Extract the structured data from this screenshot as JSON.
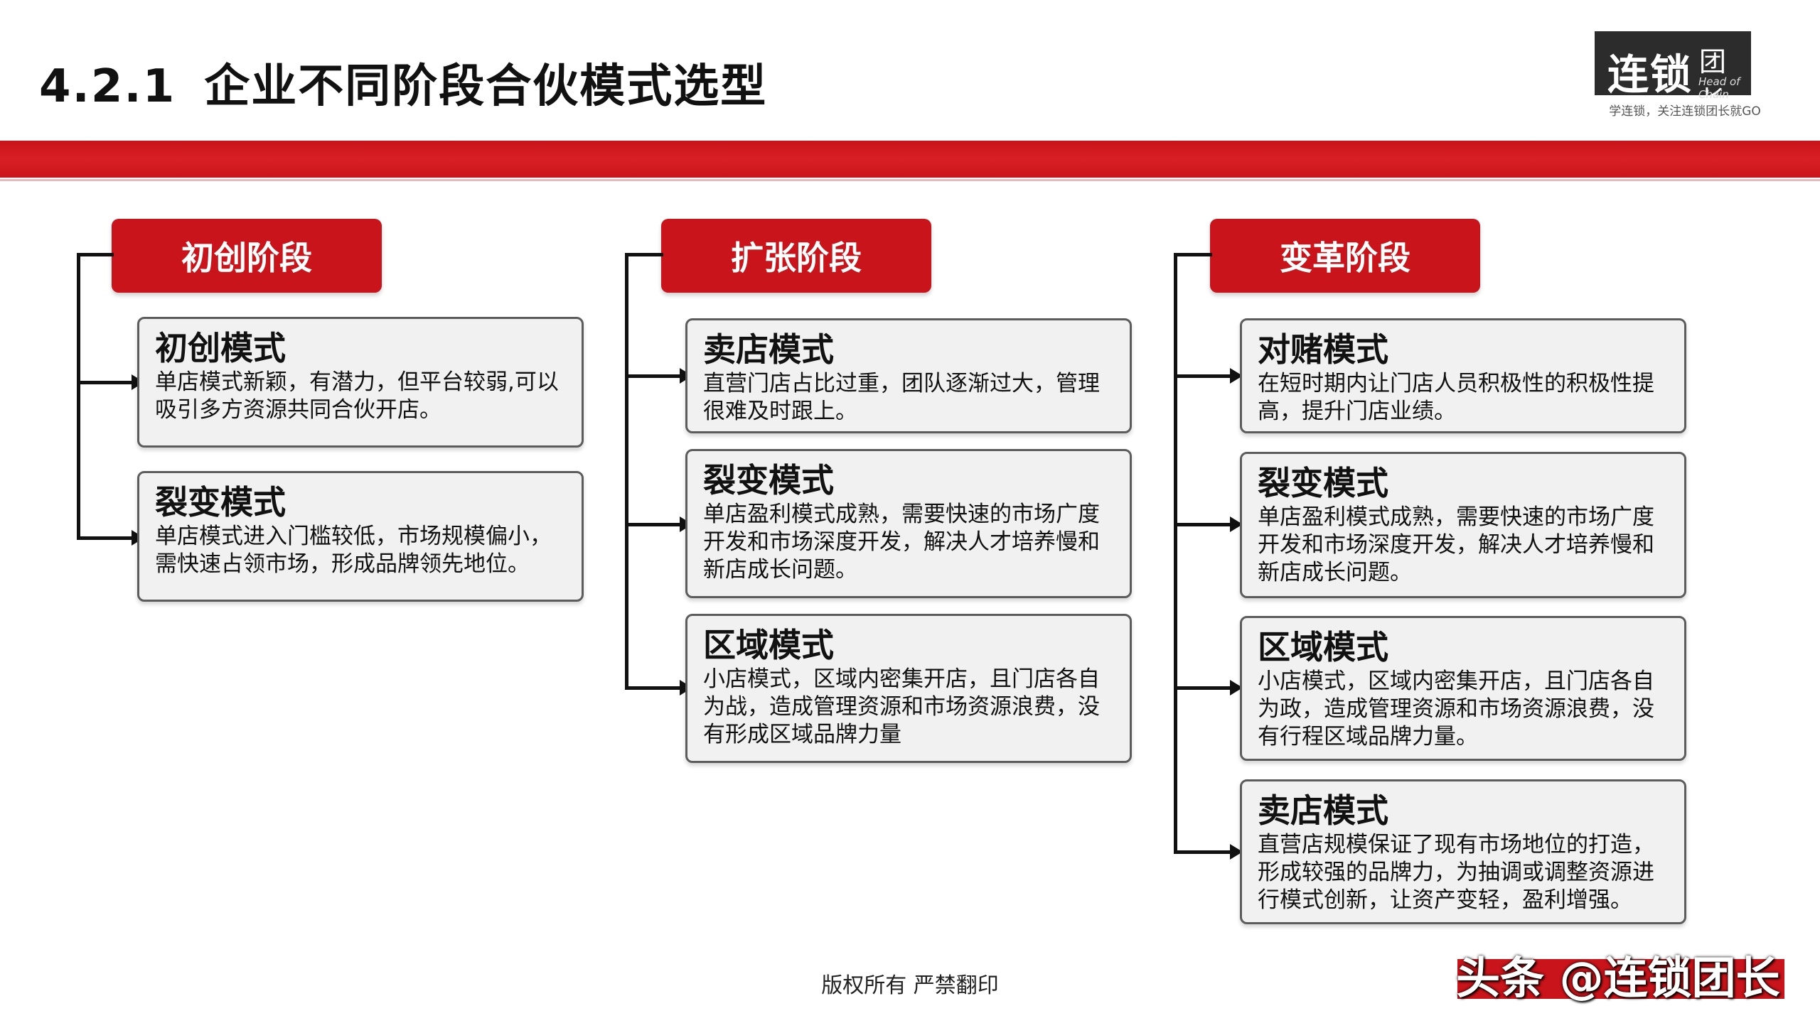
{
  "header": {
    "section_number": "4.2.1",
    "title": "企业不同阶段合伙模式选型"
  },
  "logo": {
    "main": "连锁",
    "side": "团长",
    "english": "Head of Chain",
    "tagline": "学连锁，关注连锁团长就GO"
  },
  "colors": {
    "accent_red": "#c8141a",
    "card_bg": "#f1f1f1",
    "card_border": "#5c5c5c"
  },
  "stages": [
    {
      "name": "初创阶段",
      "modes": [
        {
          "title": "初创模式",
          "desc": [
            "单店模式新颖，有潜力，但平台较弱,可以",
            "吸引多方资源共同合伙开店。"
          ]
        },
        {
          "title": "裂变模式",
          "desc": [
            "单店模式进入门槛较低，市场规模偏小，",
            "需快速占领市场，形成品牌领先地位。"
          ]
        }
      ]
    },
    {
      "name": "扩张阶段",
      "modes": [
        {
          "title": "卖店模式",
          "desc": [
            "直营门店占比过重，团队逐渐过大，管理",
            "很难及时跟上。"
          ]
        },
        {
          "title": "裂变模式",
          "desc": [
            "单店盈利模式成熟，需要快速的市场广度",
            "开发和市场深度开发，解决人才培养慢和",
            "新店成长问题。"
          ]
        },
        {
          "title": "区域模式",
          "desc": [
            "小店模式，区域内密集开店，且门店各自",
            "为战，造成管理资源和市场资源浪费，没",
            "有形成区域品牌力量"
          ]
        }
      ]
    },
    {
      "name": "变革阶段",
      "modes": [
        {
          "title": "对赌模式",
          "desc": [
            "在短时期内让门店人员积极性的积极性提",
            "高，提升门店业绩。"
          ]
        },
        {
          "title": "裂变模式",
          "desc": [
            "单店盈利模式成熟，需要快速的市场广度",
            "开发和市场深度开发，解决人才培养慢和",
            "新店成长问题。"
          ]
        },
        {
          "title": "区域模式",
          "desc": [
            "小店模式，区域内密集开店，且门店各自",
            "为政，造成管理资源和市场资源浪费，没",
            "有行程区域品牌力量。"
          ]
        },
        {
          "title": "卖店模式",
          "desc": [
            "直营店规模保证了现有市场地位的打造，",
            "形成较强的品牌力，为抽调或调整资源进",
            "行模式创新，让资产变轻，盈利增强。"
          ]
        }
      ]
    }
  ],
  "footer": {
    "copyright": "版权所有  严禁翻印"
  },
  "watermark": {
    "text": "头条 @连锁团长"
  }
}
